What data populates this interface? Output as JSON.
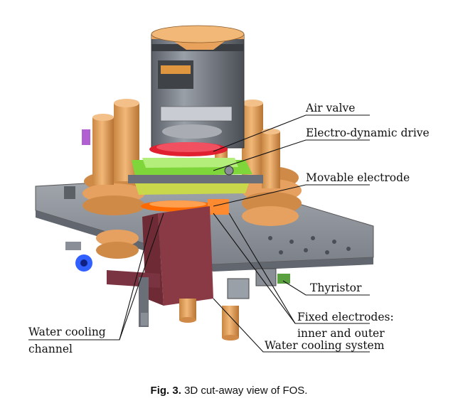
{
  "labels": {
    "air_valve": "Air valve",
    "electro_dynamic_drive": "Electro-dynamic drive",
    "movable_electrode": "Movable electrode",
    "thyristor": "Thyristor",
    "fixed_electrodes_line1": "Fixed electrodes:",
    "fixed_electrodes_line2": "inner and outer",
    "water_cooling_system": "Water cooling system",
    "water_cooling_channel_line1": "Water cooling",
    "water_cooling_channel_line2": "channel"
  },
  "caption": {
    "figure_number": "Fig. 3.",
    "text": "3D cut-away view of FOS."
  },
  "colors": {
    "copper": "#e8a25c",
    "steel_plate": "#8a8e96",
    "steel_dark": "#6b6f78",
    "maroon": "#8a3a45",
    "green": "#7fd63a",
    "orange_ring": "#ff6a00",
    "red_ring": "#e02030"
  }
}
